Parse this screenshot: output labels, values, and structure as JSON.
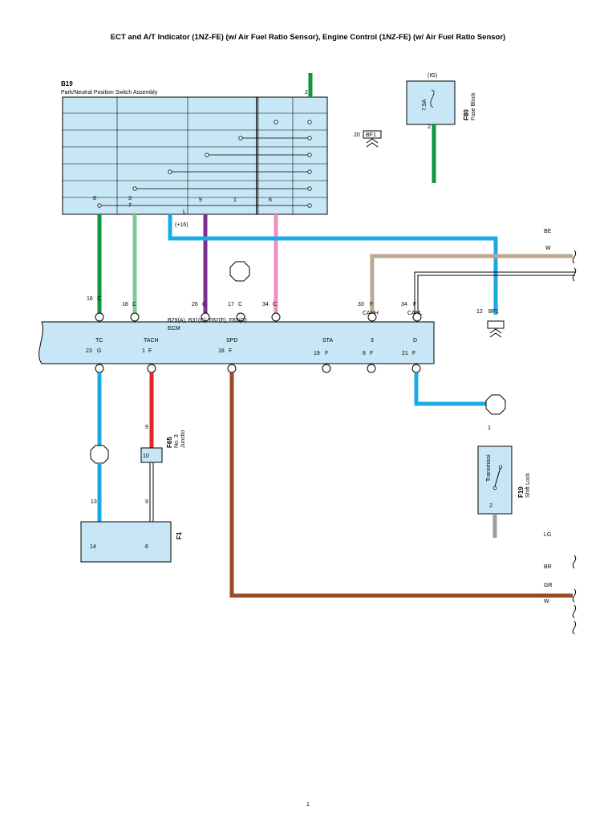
{
  "title": "ECT and A/T Indicator (1NZ-FE) (w/ Air Fuel Ratio Sensor), Engine Control (1NZ-FE) (w/ Air Fuel Ratio Sensor)",
  "b19": {
    "id": "B19",
    "name": "Park/Neutral Position Switch Assembly",
    "pin_top": "2",
    "pins_bottom": [
      "8",
      "3",
      "7",
      "9",
      "1",
      "6"
    ],
    "pin_l": "L",
    "plus16": "(+16)"
  },
  "fuse": {
    "ig": "(IG)",
    "rating": "7.5A",
    "pin": "2",
    "id": "F80",
    "name": "Fuse Block"
  },
  "bf1_top": {
    "pin": "20",
    "label": "BF1"
  },
  "bf1_mid": {
    "pin": "12",
    "label": "BF1"
  },
  "ecm": {
    "connectors": "B29(A), B31(C), F82(F), F83(G)",
    "name": "ECM",
    "top_pins": [
      {
        "num": "16",
        "conn": "C"
      },
      {
        "num": "18",
        "conn": "C"
      },
      {
        "num": "26",
        "conn": "C"
      },
      {
        "num": "17",
        "conn": "C"
      },
      {
        "num": "34",
        "conn": "C"
      },
      {
        "num": "33",
        "conn": "F"
      },
      {
        "num": "34",
        "conn": "F"
      }
    ],
    "canh": "CANH",
    "canl": "CANL",
    "terminals": [
      {
        "name": "TC",
        "pin": "23",
        "conn": "G"
      },
      {
        "name": "TACH",
        "pin": "1",
        "conn": "F"
      },
      {
        "name": "SPD",
        "pin": "18",
        "conn": "F"
      },
      {
        "name": "STA",
        "pin": "19",
        "conn": "F"
      },
      {
        "name": "3",
        "pin": "8",
        "conn": "F"
      },
      {
        "name": "D",
        "pin": "21",
        "conn": "F"
      }
    ]
  },
  "wires": {
    "be": "BE",
    "w_top": "W",
    "lg": "LG",
    "br": "BR",
    "gr": "GR",
    "w_bottom": "W"
  },
  "junction": {
    "id": "F65",
    "line1": "No. 3",
    "line2": "Junctio",
    "pin_top": "9",
    "pin_box": "10",
    "pin_bottom": "9"
  },
  "f1": {
    "id": "F1",
    "pin_top": "13",
    "pin_a": "14",
    "pin_b": "6"
  },
  "f19": {
    "id": "F19",
    "name": "Shift Lock",
    "label": "Transmissi",
    "pin": "2",
    "conn_pin": "1"
  },
  "page_number": "1",
  "colors": {
    "blue": "#1aabe3",
    "green": "#13943f",
    "light_green": "#7ec89a",
    "purple": "#7c3091",
    "pink": "#ef8fc1",
    "tan": "#bba892",
    "red": "#e2242b",
    "brown": "#9b4a26",
    "gray": "#9e9e9e",
    "box_fill": "#c8e7f6"
  }
}
